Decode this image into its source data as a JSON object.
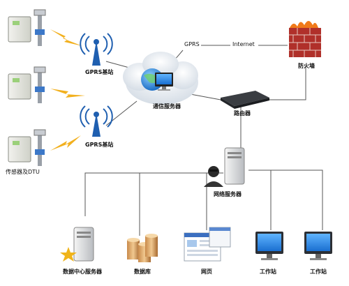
{
  "labels": {
    "gprs_station_top": "GPRS基站",
    "gprs_station_bottom": "GPRS基站",
    "sensor_dtu": "传感器及DTU",
    "comm_server": "通信服务器",
    "gprs": "GPRS",
    "internet": "Internet",
    "firewall": "防火墙",
    "router": "路由器",
    "network_server": "网络服务器",
    "datacenter_server": "数据中心服务器",
    "database": "数据库",
    "webpage": "网页",
    "workstation_1": "工作站",
    "workstation_2": "工作站"
  },
  "colors": {
    "line": "#555555",
    "lightning": "#f2b01e",
    "antenna": "#1f5fb0",
    "cloud": "#e9eef3",
    "brick": "#b0302a",
    "flame": "#f07a1a"
  }
}
